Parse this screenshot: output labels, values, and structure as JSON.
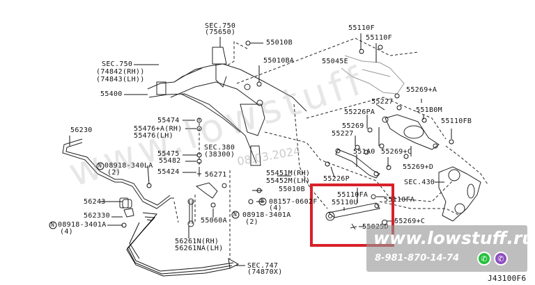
{
  "diagram": {
    "code": "J43100F6",
    "highlight_color": "#d8202a",
    "labels": {
      "sec750_top": "SEC.750",
      "sec750_top_sub": "(75650)",
      "sec750_left": "SEC.750",
      "sec750_left_rh": "74842(RH)",
      "sec750_left_lh": "74843(LH)",
      "p55400": "55400",
      "p55010B_top": "55010B",
      "p55010BA": "55010BA",
      "p55110F_1": "55110F",
      "p55110F_2": "55110F",
      "p55045E": "55045E",
      "p55269A": "55269+A",
      "p55227_1": "55227",
      "p55226PA": "55226PA",
      "p551B0M": "551B0M",
      "p55110FB": "55110FB",
      "p55269": "55269",
      "p55227_2": "55227",
      "p551A0": "551A0",
      "p55269C_1": "55269+C",
      "p55269D": "55269+D",
      "p55226P": "55226P",
      "sec430": "SEC.430",
      "p55474": "55474",
      "p55476A": "55476+A(RH)",
      "p55476": "55476(LH)",
      "p56230": "56230",
      "sec380": "SEC.380",
      "sec380_sub": "(38300)",
      "p55475": "55475",
      "p55482": "55482",
      "p55424": "55424",
      "p08918_340LA": "08918-340LA",
      "p08918_340LA_qty": "(2)",
      "p56271": "56271",
      "p55451M": "55451M(RH)",
      "p55452M": "55452M(LH)",
      "p55010B_mid": "55010B",
      "p08157": "08157-0602F",
      "p08157_qty": "(4)",
      "p08918_3401A_mid": "08918-3401A",
      "p08918_3401A_mid_qty": "(2)",
      "p56243": "56243",
      "p562330": "562330",
      "p08918_3401A_left": "08918-3401A",
      "p08918_3401A_left_qty": "(4)",
      "p55060A": "55060A",
      "p56261N": "56261N(RH)",
      "p56261NA": "56261NA(LH)",
      "sec747": "SEC.747",
      "sec747_sub": "(74870X)",
      "p55110FA_1": "55110FA",
      "p55110FA_2": "55110FA",
      "p55110U": "55110U",
      "p55269C_2": "55269+C",
      "p55025D": "55025D",
      "n_marker": "N",
      "b_marker": "B"
    }
  },
  "watermark": {
    "url": "www.lowstuff.ru",
    "phone": "8-981-870-14-74",
    "date": "08.03.2024",
    "whatsapp_color": "#25c13d",
    "viber_color": "#8e4fbf"
  }
}
